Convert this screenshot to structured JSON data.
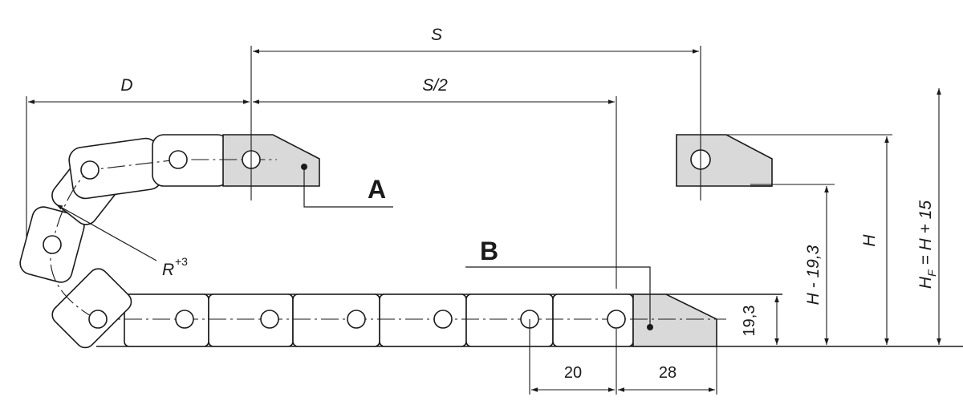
{
  "labels": {
    "s": "S",
    "s_half": "S/2",
    "d": "D",
    "r": "R",
    "r_sup": "+3",
    "a": "A",
    "b": "B",
    "h": "H",
    "h_minus": "H - 19,3",
    "hf_main": "H",
    "hf_sub": "F",
    "hf_rest": " = H + 15",
    "dim_20": "20",
    "dim_28": "28",
    "dim_193": "19,3"
  },
  "colors": {
    "line": "#1a1a1a",
    "shade": "#d9d9d9",
    "background": "#ffffff"
  }
}
